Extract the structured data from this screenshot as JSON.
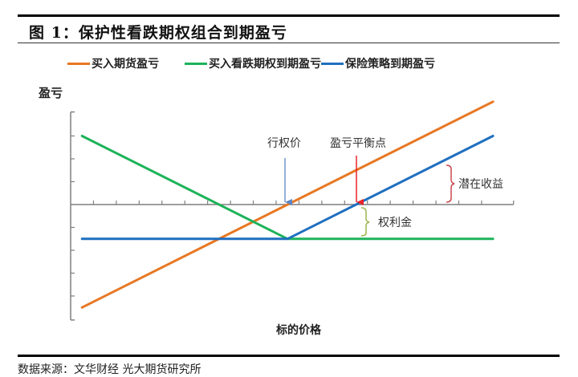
{
  "figure": {
    "title": "图 1：保护性看跌期权组合到期盈亏",
    "source_note": "数据来源：文华财经 光大期货研究所"
  },
  "colors": {
    "futures": "#e87722",
    "put": "#1db35a",
    "protective": "#1f6fc0",
    "axis": "#7f7f7f",
    "strike_arrow": "#5b86c5",
    "breakeven_arrow": "#e8222a",
    "potential_gain_brace": "#c9494f",
    "premium_brace": "#9db44f"
  },
  "legend": [
    {
      "label": "买入期货盈亏",
      "color_key": "futures"
    },
    {
      "label": "买入看跌期权到期盈亏",
      "color_key": "put"
    },
    {
      "label": "保险策略到期盈亏",
      "color_key": "protective"
    }
  ],
  "annotations": {
    "strike": "行权价",
    "breakeven": "盈亏平衡点",
    "potential_gain": "潜在收益",
    "premium": "权利金"
  },
  "chart_data": {
    "type": "line",
    "title": "保护性看跌期权组合到期盈亏",
    "xlabel": "标的价格",
    "ylabel": "盈亏",
    "x_ticks": 18,
    "y_ticks_above": 4,
    "y_ticks_below": 5,
    "grid": false,
    "legend_position": "top",
    "x": [
      0,
      9,
      18
    ],
    "series": [
      {
        "name": "买入期货盈亏",
        "points": [
          [
            0.5,
            -4.5
          ],
          [
            18.5,
            4.5
          ]
        ]
      },
      {
        "name": "买入看跌期权到期盈亏",
        "points": [
          [
            0.5,
            3
          ],
          [
            9.5,
            -1.5
          ],
          [
            18.5,
            -1.5
          ]
        ]
      },
      {
        "name": "保险策略到期盈亏",
        "points": [
          [
            0.5,
            -1.5
          ],
          [
            9.5,
            -1.5
          ],
          [
            18.5,
            3
          ]
        ]
      }
    ],
    "strike_x": 9.5,
    "breakeven_x": 12.5,
    "premium": 1.5,
    "xlim": [
      -0.5,
      19
    ],
    "ylim": [
      -5,
      5
    ]
  }
}
